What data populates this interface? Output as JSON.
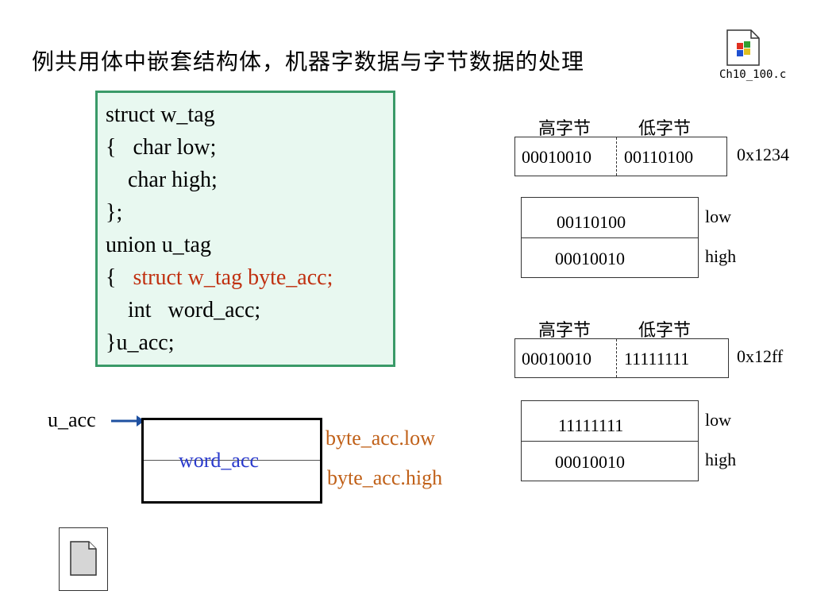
{
  "title": "例共用体中嵌套结构体，机器字数据与字节数据的处理",
  "file_icon": {
    "icon": "windows-file-icon",
    "caption": "Ch10_100.c"
  },
  "code": {
    "lines": [
      "struct w_tag",
      "{   char low;",
      "    char high;",
      "};",
      "union u_tag",
      "{   ",
      "    int   word_acc;",
      "}u_acc;"
    ],
    "highlight": "struct w_tag byte_acc;"
  },
  "diagram1": {
    "header_high": "高字节",
    "header_low": "低字节",
    "word_high": "00010010",
    "word_low": "00110100",
    "word_value": "0x1234",
    "byte_low": "00110100",
    "byte_high": "00010010",
    "label_low": "low",
    "label_high": "high"
  },
  "diagram2": {
    "header_high": "高字节",
    "header_low": "低字节",
    "word_high": "00010010",
    "word_low": "11111111",
    "word_value": "0x12ff",
    "byte_low": "11111111",
    "byte_high": "00010010",
    "label_low": "low",
    "label_high": "high"
  },
  "union_diagram": {
    "pointer_label": "u_acc",
    "inner_label": "word_acc",
    "label_low": "byte_acc.low",
    "label_high": "byte_acc.high"
  },
  "bottom_icon": "document-icon",
  "colors": {
    "code_border": "#3a9a68",
    "code_bg": "#e8f8f0",
    "highlight": "#c03010",
    "orange": "#c06018",
    "blue": "#2a3acc",
    "arrow": "#1e50a0"
  }
}
